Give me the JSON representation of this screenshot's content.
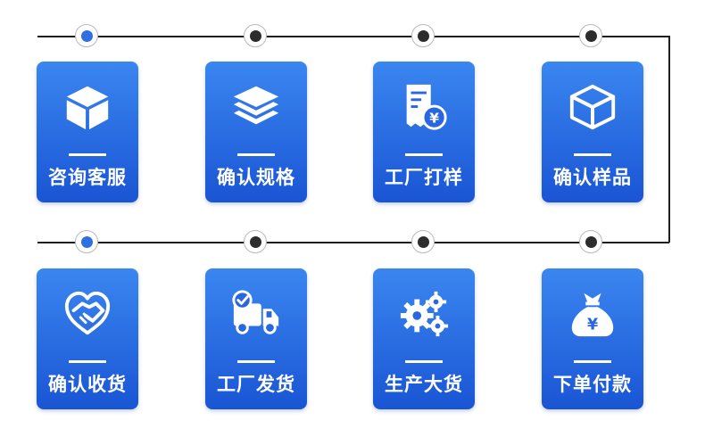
{
  "steps": [
    {
      "label": "咨询客服",
      "icon": "cube-icon",
      "node": "active"
    },
    {
      "label": "确认规格",
      "icon": "layers-icon",
      "node": "default"
    },
    {
      "label": "工厂打样",
      "icon": "receipt-yen-icon",
      "node": "default"
    },
    {
      "label": "确认样品",
      "icon": "box-icon",
      "node": "default"
    },
    {
      "label": "确认收货",
      "icon": "heart-handshake-icon",
      "node": "active"
    },
    {
      "label": "工厂发货",
      "icon": "delivery-truck-icon",
      "node": "default"
    },
    {
      "label": "生产大货",
      "icon": "gears-icon",
      "node": "default"
    },
    {
      "label": "下单付款",
      "icon": "money-bag-icon",
      "node": "default"
    }
  ],
  "colors": {
    "card_top": "#3a86f0",
    "card_bottom": "#1a55d4",
    "active_dot": "#2f6fe0",
    "default_dot": "#2c2c2c",
    "connector": "#1f1f1f"
  },
  "icon_glyphs": {
    "currency_symbol": "¥"
  }
}
